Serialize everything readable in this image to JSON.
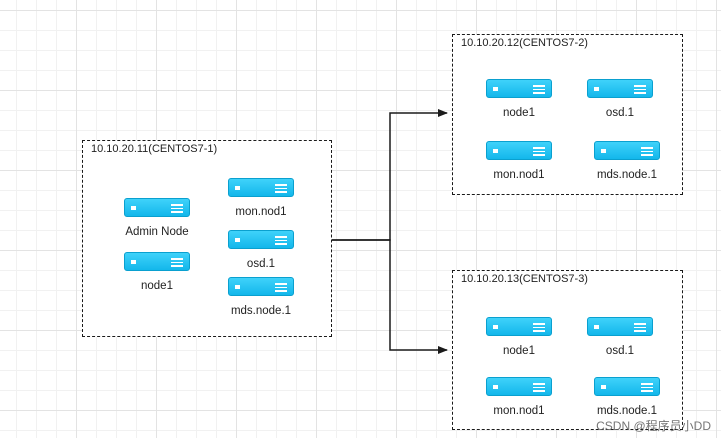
{
  "groups": [
    {
      "label": "10.10.20.11(CENTOS7-1)",
      "nodes": [
        "Admin Node",
        "mon.nod1",
        "node1",
        "osd.1",
        "mds.node.1"
      ]
    },
    {
      "label": "10.10.20.12(CENTOS7-2)",
      "nodes": [
        "node1",
        "osd.1",
        "mon.nod1",
        "mds.node.1"
      ]
    },
    {
      "label": "10.10.20.13(CENTOS7-3)",
      "nodes": [
        "node1",
        "osd.1",
        "mon.nod1",
        "mds.node.1"
      ]
    }
  ],
  "icons": {
    "node": "server-icon",
    "connector": "arrow"
  },
  "colors": {
    "server": "#1ac0f0",
    "border": "#1a1a1a",
    "line": "#1a1a1a"
  },
  "watermark": "CSDN @程序员小DD"
}
